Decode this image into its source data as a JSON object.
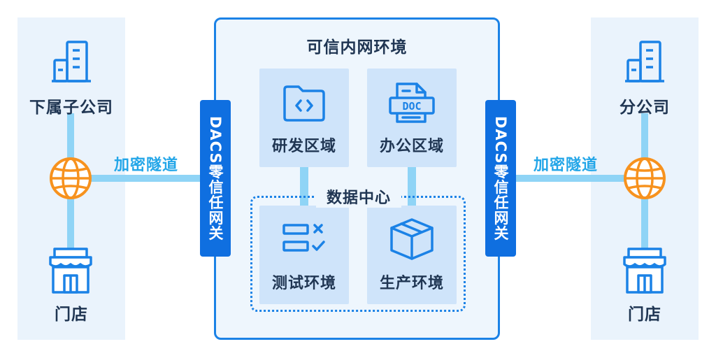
{
  "left_site": {
    "building_label": "下属子公司",
    "store_label": "门店"
  },
  "right_site": {
    "building_label": "分公司",
    "store_label": "门店"
  },
  "tunnel_left": "加密隧道",
  "tunnel_right": "加密隧道",
  "gateway_left": "DACS零信任网关",
  "gateway_right": "DACS零信任网关",
  "trusted_network": {
    "title": "可信内网环境",
    "zones": {
      "rnd": "研发区域",
      "office": "办公区域",
      "test": "测试环境",
      "production": "生产环境"
    },
    "datacenter_label": "数据中心"
  },
  "icons": {
    "building": "building-icon",
    "globe": "globe-icon",
    "store": "store-icon",
    "folder_code": "code-folder-icon",
    "doc": "doc-file-icon",
    "checklist": "checklist-icon",
    "box": "box-icon"
  },
  "colors": {
    "gateway": "#0f6fe0",
    "border": "#1b82e6",
    "line": "#8fd4f6",
    "globe": "#f7921e",
    "zone_bg": "#cfe4fa",
    "panel_bg": "#eaf3fc"
  }
}
